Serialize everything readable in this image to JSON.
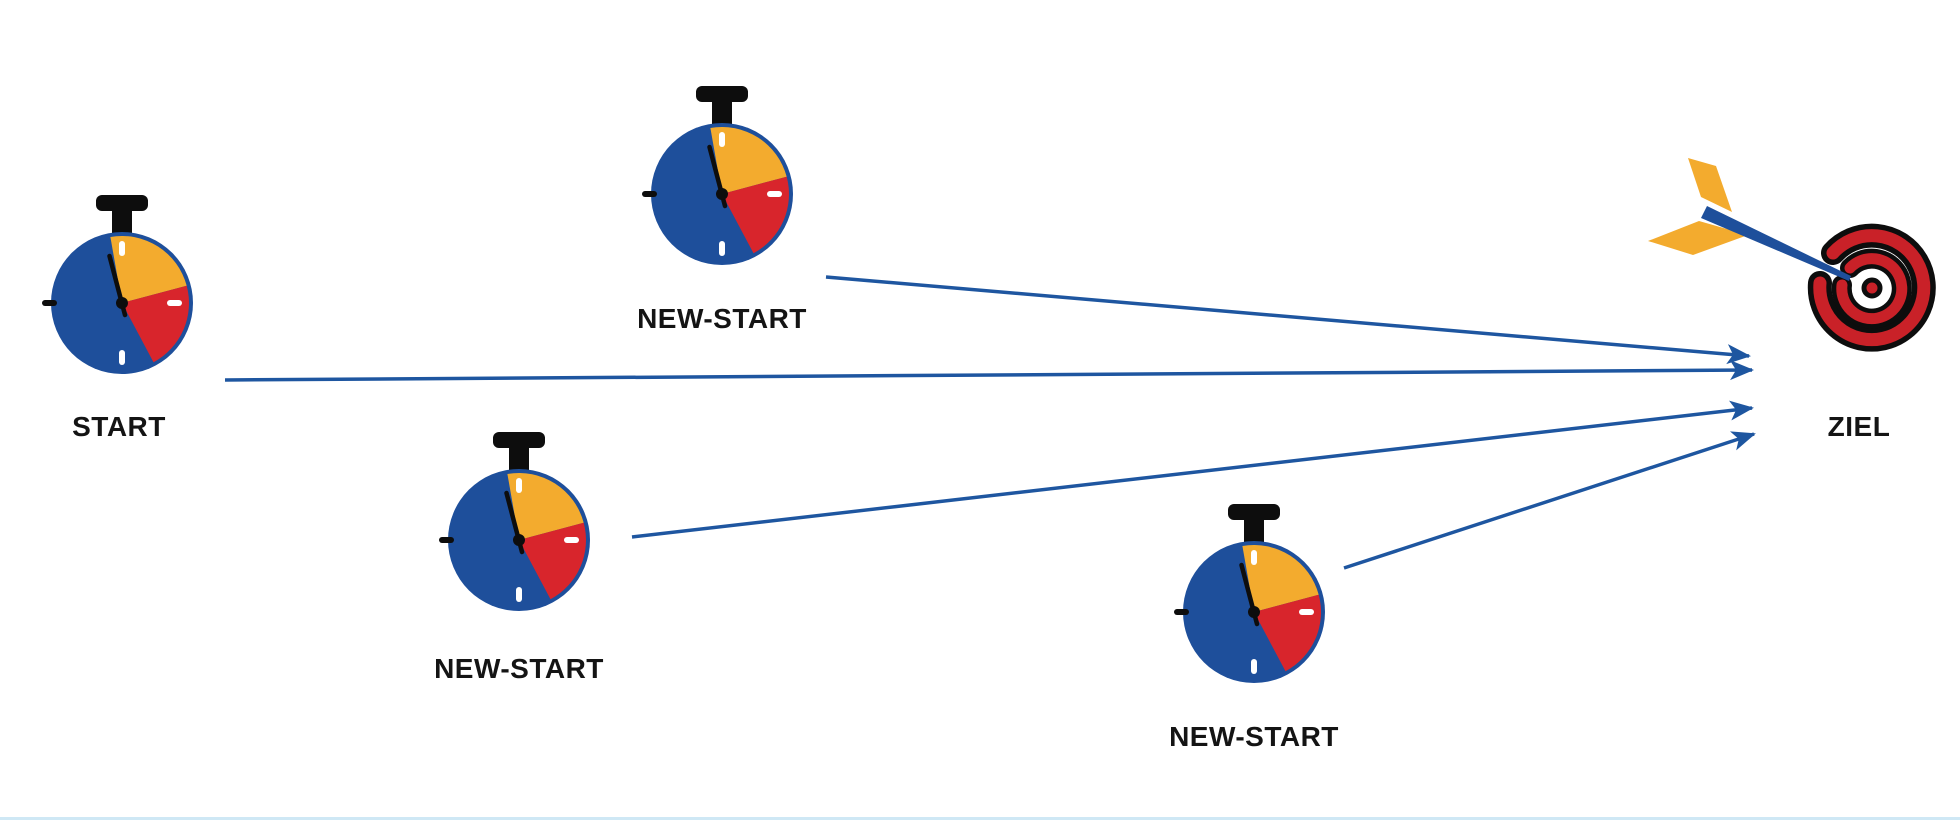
{
  "diagram": {
    "nodes": {
      "start": {
        "label": "START"
      },
      "new_start_top": {
        "label": "NEW-START"
      },
      "new_start_mid": {
        "label": "NEW-START"
      },
      "new_start_bottom": {
        "label": "NEW-START"
      },
      "ziel": {
        "label": "ZIEL"
      }
    },
    "edges": [
      {
        "from": "START",
        "to": "ZIEL"
      },
      {
        "from": "NEW-START",
        "to": "ZIEL"
      },
      {
        "from": "NEW-START",
        "to": "ZIEL"
      },
      {
        "from": "NEW-START",
        "to": "ZIEL"
      }
    ],
    "icons": {
      "stopwatch": "stopwatch-icon",
      "target": "dart-and-target-icon"
    },
    "colors": {
      "watch_body": "#1e4f9b",
      "wedge_yellow": "#f3ab2e",
      "wedge_red": "#d8252c",
      "arrow_blue": "#1e56a0",
      "target_red": "#c92128",
      "dart_blue": "#1e4f9b",
      "fletching_yellow": "#f3ab2e",
      "outline_black": "#0d0d0d",
      "label_color": "#141414"
    }
  }
}
